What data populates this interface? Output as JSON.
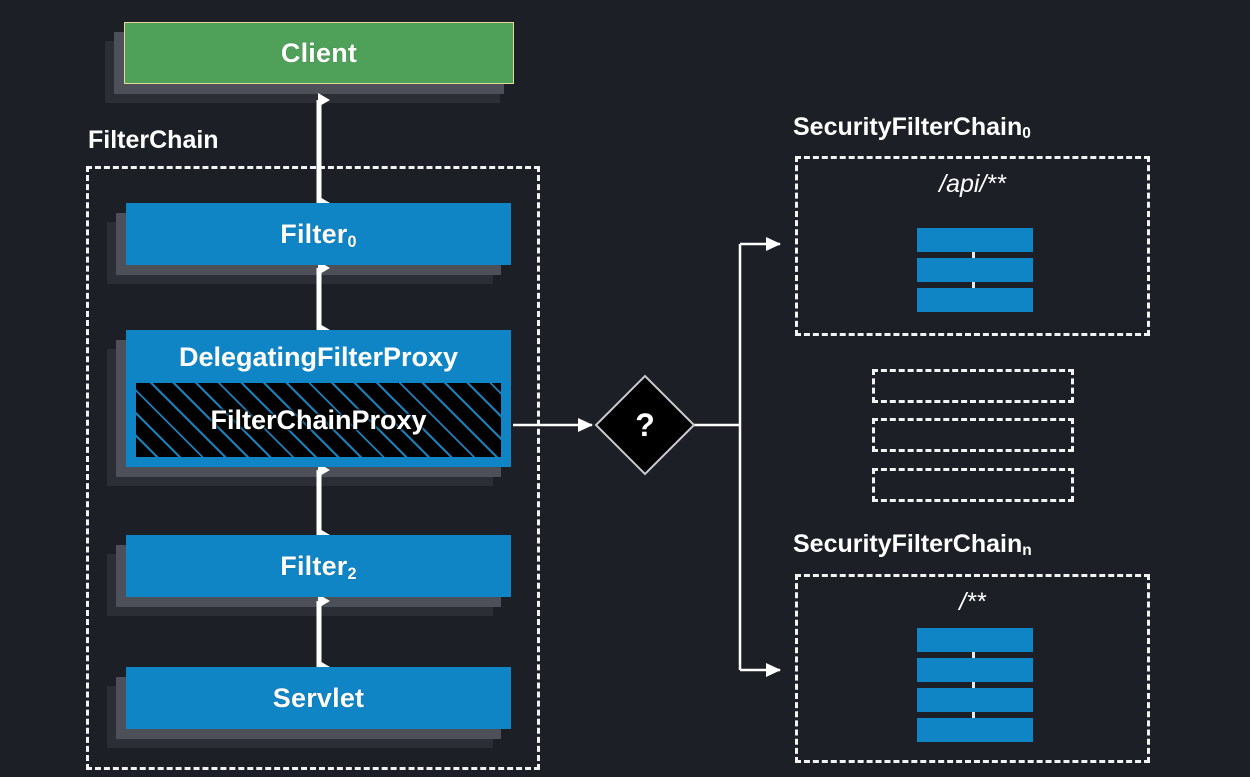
{
  "diagram": {
    "title": "Spring Security FilterChainProxy delegation",
    "background_color": "#1c1f26",
    "accent_blue": "#0f85c6",
    "accent_green": "#4fa159",
    "accent_gold": "#e6d79a",
    "line_color": "#ffffff"
  },
  "client": {
    "label": "Client"
  },
  "filterchain": {
    "group_label": "FilterChain",
    "nodes": [
      {
        "label": "Filter",
        "subscript": "0"
      },
      {
        "label": "DelegatingFilterProxy",
        "subscript": ""
      },
      {
        "label": "FilterChainProxy",
        "subscript": ""
      },
      {
        "label": "Filter",
        "subscript": "2"
      },
      {
        "label": "Servlet",
        "subscript": ""
      }
    ]
  },
  "decision": {
    "label": "?"
  },
  "security_chains": [
    {
      "group_label": "SecurityFilterChain",
      "subscript": "0",
      "pattern": "/api/**",
      "filter_count": 3
    },
    {
      "group_label": "SecurityFilterChain",
      "subscript": "n",
      "pattern": "/**",
      "filter_count": 4
    }
  ],
  "ellipsis_chains": {
    "count": 3,
    "label": ""
  }
}
